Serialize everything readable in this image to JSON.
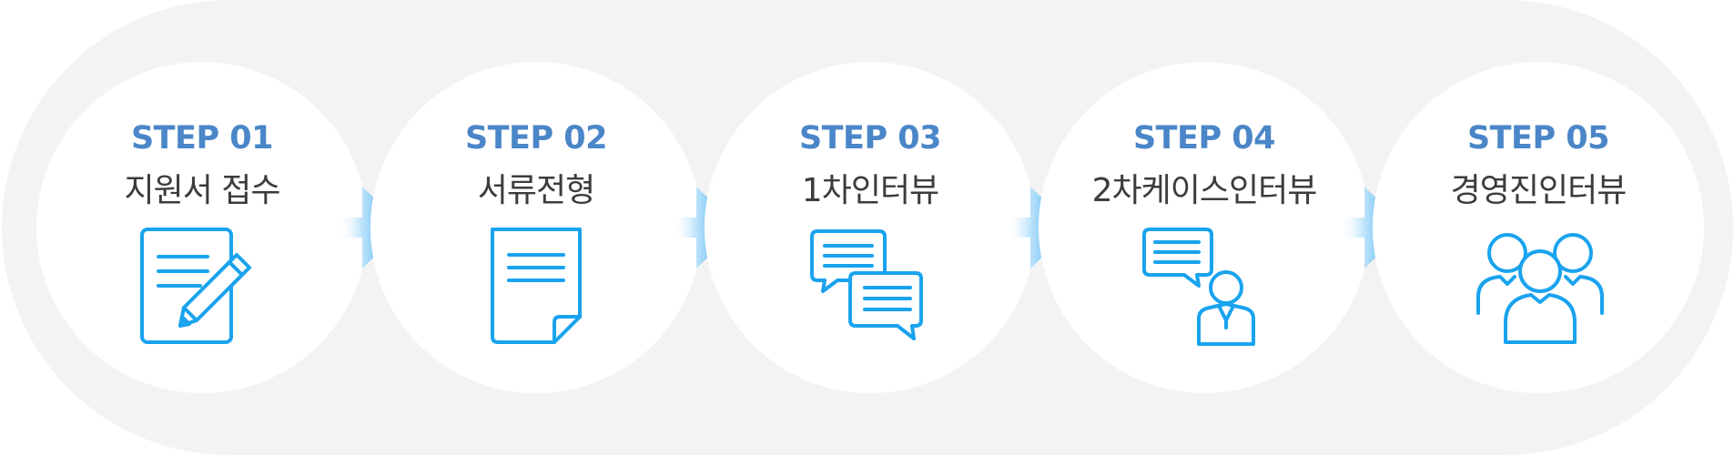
{
  "colors": {
    "accent": "#4a86c8",
    "icon": "#1aa3ee",
    "title": "#3c3c3c",
    "track": "#f3f3f3"
  },
  "steps": [
    {
      "label": "STEP 01",
      "title": "지원서 접수",
      "icon": "document-pencil-icon"
    },
    {
      "label": "STEP 02",
      "title": "서류전형",
      "icon": "document-icon"
    },
    {
      "label": "STEP 03",
      "title": "1차인터뷰",
      "icon": "chat-bubbles-icon"
    },
    {
      "label": "STEP 04",
      "title": "2차케이스인터뷰",
      "icon": "person-speech-icon"
    },
    {
      "label": "STEP 05",
      "title": "경영진인터뷰",
      "icon": "group-people-icon"
    }
  ]
}
